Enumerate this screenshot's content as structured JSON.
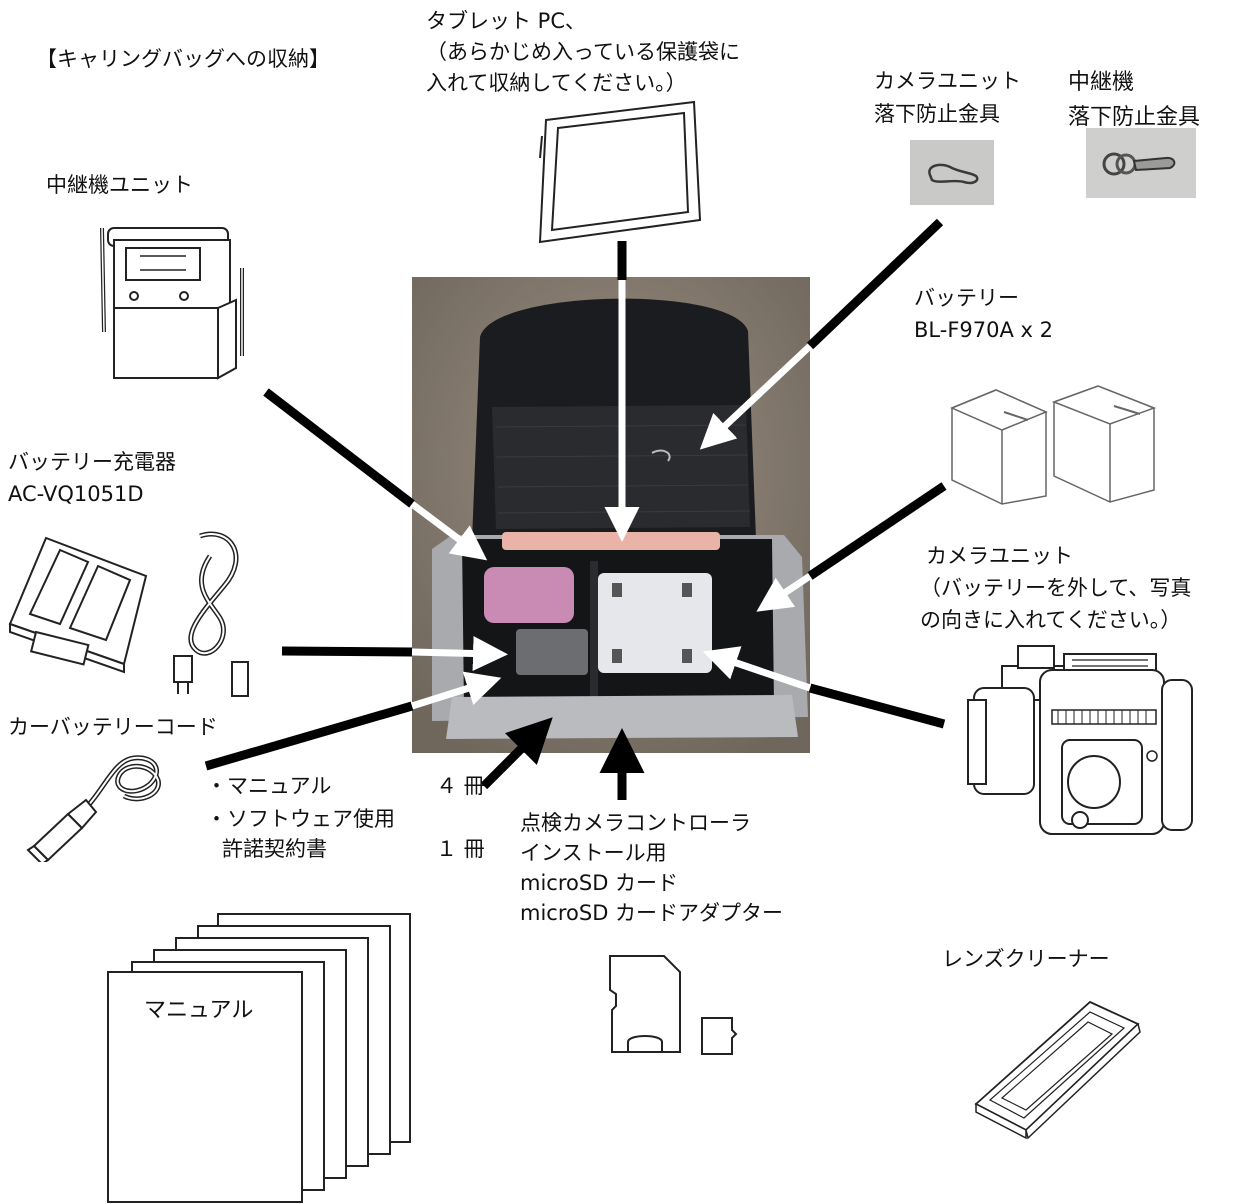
{
  "title": "【キャリングバッグへの収納】",
  "tablet": {
    "line1": "タブレット PC、",
    "line2": "（あらかじめ入っている保護袋に",
    "line3": "入れて収納してください。）"
  },
  "camera_hook": {
    "line1": "カメラユニット",
    "line2": "落下防止金具"
  },
  "relay_hook": {
    "line1": "中継機",
    "line2": "落下防止金具"
  },
  "relay_unit": {
    "label": "中継機ユニット"
  },
  "battery": {
    "line1": "バッテリー",
    "line2": "BL-F970A x 2"
  },
  "charger": {
    "line1": "バッテリー充電器",
    "line2": "AC-VQ1051D"
  },
  "camera_unit": {
    "line1": "カメラユニット",
    "line2": "（バッテリーを外して、写真",
    "line3": "の向きに入れてください。）"
  },
  "car_cord": {
    "label": "カーバッテリーコード"
  },
  "documents": {
    "item1": "・マニュアル",
    "item1_qty": "４ 冊",
    "item2a": "・ソフトウェア使用",
    "item2b": "許諾契約書",
    "item2_qty": "１ 冊",
    "manual_cover": "マニュアル"
  },
  "microsd": {
    "line1": "点検カメラコントローラ",
    "line2": "インストール用",
    "line3": "microSD カード",
    "line4": "microSD カードアダプター"
  },
  "lens_cleaner": {
    "label": "レンズクリーナー"
  },
  "colors": {
    "arrow": "#000000",
    "arrow_inside": "#ffffff",
    "bag": "#1c1d20",
    "floor": "#8a7f72"
  }
}
